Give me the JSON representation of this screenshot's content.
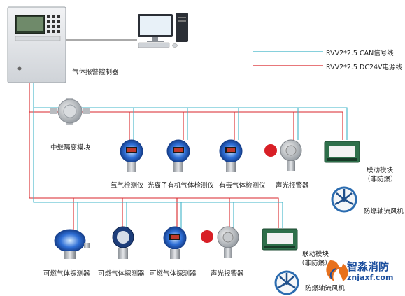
{
  "legend": {
    "can": {
      "label": "RVV2*2.5 CAN信号线",
      "color": "#3fb5c8"
    },
    "power": {
      "label": "RVV2*2.5 DC24V电源线",
      "color": "#d9262b"
    }
  },
  "controller": {
    "label": "气体报警控制器"
  },
  "relay_module": {
    "label": "中继隔离模块"
  },
  "devices_row1": [
    {
      "label": "氧气检测仪"
    },
    {
      "label": "光离子有机气体检测仪"
    },
    {
      "label": "有毒气体检测仪"
    },
    {
      "label": "声光报警器"
    }
  ],
  "linkage_module_1": {
    "label": "联动模块",
    "sub": "（非防爆）"
  },
  "fan_1": {
    "label": "防爆轴流风机"
  },
  "devices_row2": [
    {
      "label": "可燃气体探测器"
    },
    {
      "label": "可燃气体探测器"
    },
    {
      "label": "可燃气体探测器"
    },
    {
      "label": "声光报警器"
    }
  ],
  "linkage_module_2": {
    "label": "联动模块",
    "sub": "（非防爆）"
  },
  "fan_2": {
    "label": "防爆轴流风机"
  },
  "watermark": {
    "main": "智淼消防",
    "url": "znjaxf.com"
  }
}
